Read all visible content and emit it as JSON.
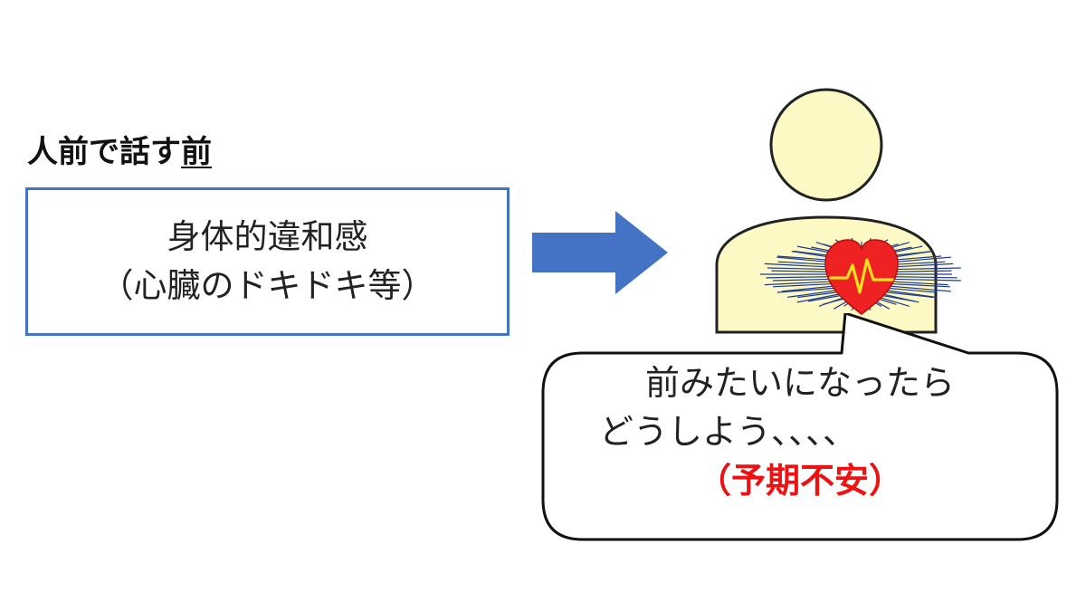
{
  "heading": {
    "text": "人前で話す",
    "underlined_text": "前"
  },
  "symptom_box": {
    "line1": "身体的違和感",
    "line2": "（心臓のドキドキ等）"
  },
  "bubble": {
    "line1": "前みたいになったら",
    "line2": "どうしよう、、、、",
    "accent_line": "（予期不安）"
  },
  "colors": {
    "box_border": "#4472c4",
    "arrow": "#4472c4",
    "person_fill": "#fdf9c4",
    "heart": "#ee2222",
    "heartbeat_line": "#f6e21a",
    "burst_lines": "#1f3b8c",
    "accent_text": "#ee1111"
  },
  "icons": {
    "arrow": "right-arrow-icon",
    "person": "person-icon",
    "heart": "heart-icon"
  }
}
